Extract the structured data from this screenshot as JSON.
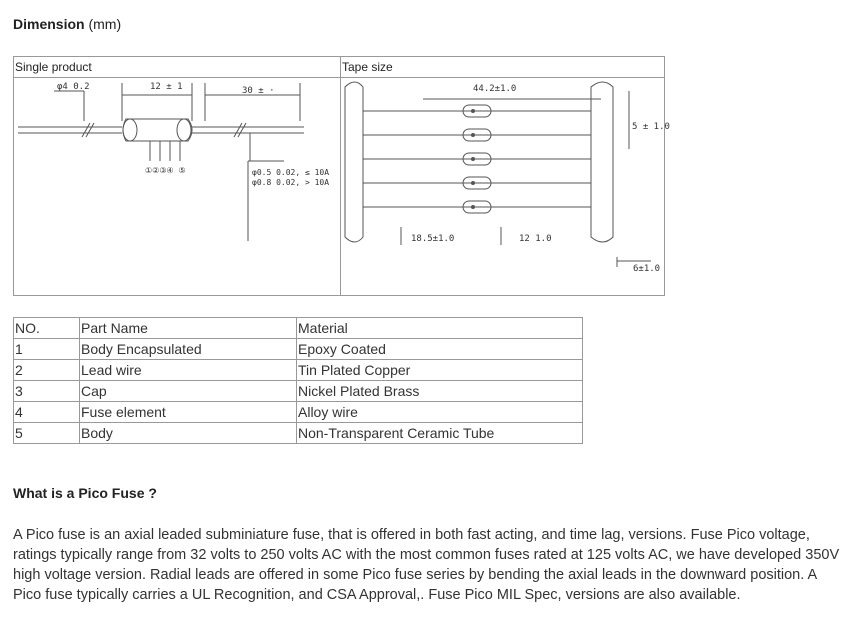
{
  "dimension": {
    "title_bold": "Dimension",
    "title_unit": " (mm)"
  },
  "diagram": {
    "single_header": "Single product",
    "tape_header": "Tape size",
    "single_labels": {
      "lead_dia": "φ4  0.2",
      "body_len": "12 ± 1",
      "lead_len": "30 ± ·",
      "part_nums": "①②③④  ⑤",
      "wire_1": "φ0.5  0.02, ≤ 10A",
      "wire_2": "φ0.8  0.02, > 10A"
    },
    "tape_labels": {
      "pitch_total": "44.2±1.0",
      "spacing_a": "18.5±1.0",
      "spacing_b": "12  1.0",
      "side": "5 ± 1.0",
      "tape_width": "6±1.0"
    }
  },
  "parts_table": {
    "headers": [
      "NO.",
      "Part Name",
      "Material"
    ],
    "rows": [
      [
        "1",
        "Body Encapsulated",
        "Epoxy Coated"
      ],
      [
        "2",
        "Lead wire",
        "Tin Plated Copper"
      ],
      [
        "3",
        "Cap",
        "Nickel Plated Brass"
      ],
      [
        "4",
        "Fuse element",
        "Alloy wire"
      ],
      [
        "5",
        "Body",
        "Non-Transparent Ceramic Tube"
      ]
    ]
  },
  "faq": {
    "question": "What is a Pico Fuse ?",
    "answer": "A Pico fuse is an axial leaded subminiature fuse, that is offered in both fast acting, and time lag, versions. Fuse Pico voltage, ratings typically range from 32 volts to 250 volts AC with the most common fuses rated at 125 volts AC, we have developed 350V high voltage version. Radial leads are offered in some Pico fuse series by bending the axial leads in the downward position. A Pico fuse typically carries a UL Recognition, and CSA Approval,. Fuse Pico MIL Spec, versions are also available."
  }
}
